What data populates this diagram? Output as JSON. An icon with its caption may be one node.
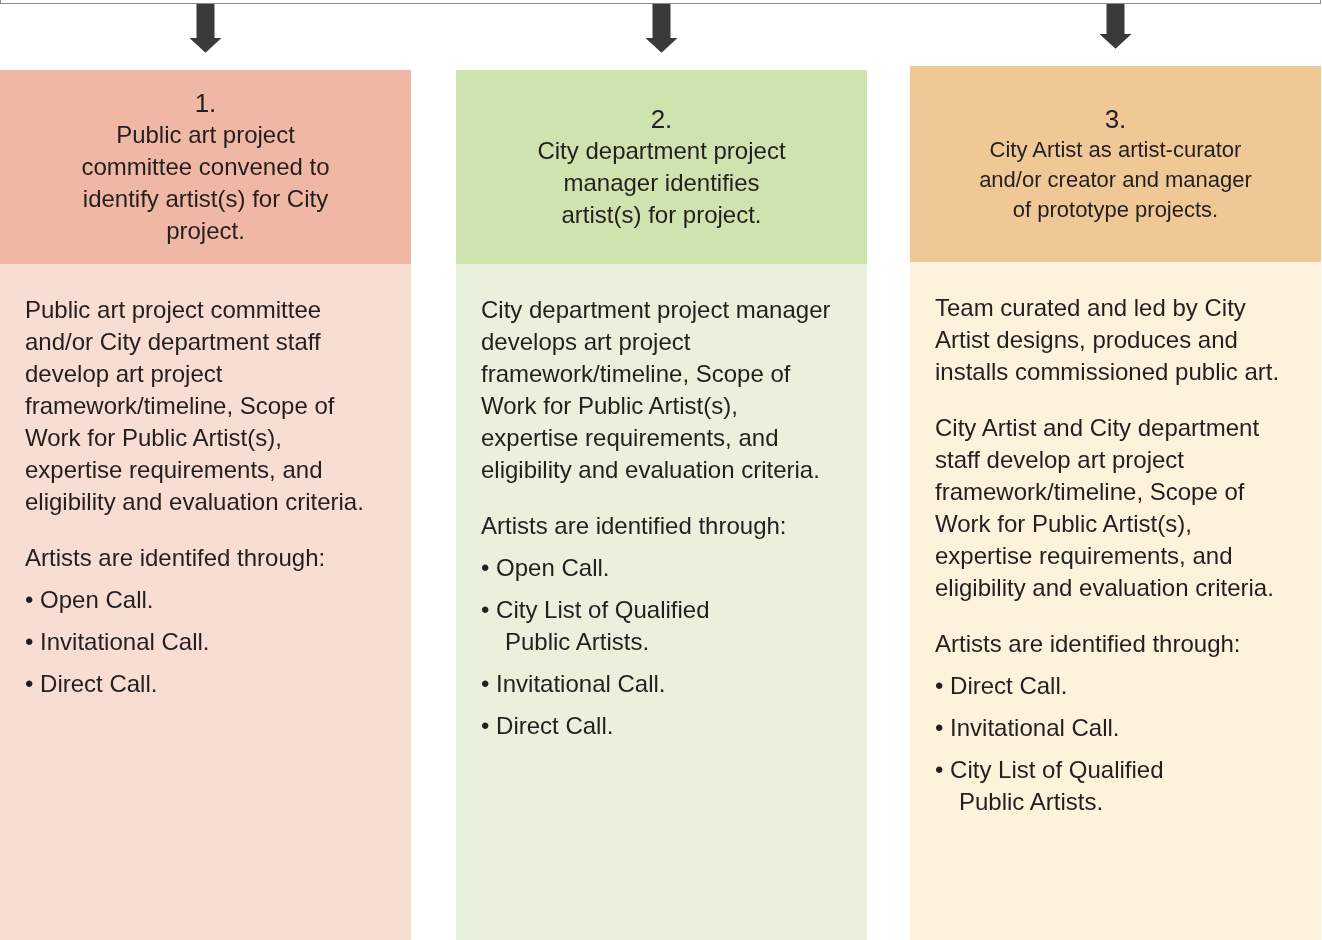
{
  "diagram": {
    "nodes": [
      {
        "text": [],
        "shape": "box"
      },
      {
        "text": [
          "1.",
          "Public art project committee convened to identify artist(s) for City project."
        ]
      },
      {
        "text": [
          "Public art project committee and/or City department staff develop art project framework/timeline, Scope of Work for Public Artist(s), expertise requirements, and eligibility and evaluation criteria.",
          "Artists are identifed through:",
          "• Open Call.",
          "• Invitational Call.",
          "• Direct Call."
        ]
      },
      {
        "text": [
          "2.",
          "City department project manager identifies artist(s) for project."
        ]
      },
      {
        "text": [
          "City department project manager develops art project framework/timeline, Scope of Work for Public Artist(s), expertise requirements, and eligibility and evaluation criteria.",
          "Artists are identified through:",
          "• Open Call.",
          "• City List of Qualified Public Artists.",
          "• Invitational Call.",
          "• Direct Call."
        ]
      },
      {
        "text": [
          "3.",
          "City Artist as artist-curator and/or creator and manager of prototype projects."
        ]
      },
      {
        "text": [
          "Team curated and led by City Artist designs, produces and installs commissioned public art.",
          "City Artist and City department staff develop art project framework/timeline, Scope of Work for Public Artist(s), expertise requirements, and eligibility and evaluation criteria.",
          "Artists are identified through:",
          "• Direct Call.",
          "• Invitational Call.",
          "• City List of Qualified Public Artists."
        ]
      }
    ],
    "edges": [
      {
        "from": 0,
        "to": 1,
        "arrow": "to"
      },
      {
        "from": 0,
        "to": 3,
        "arrow": "to"
      },
      {
        "from": 0,
        "to": 5,
        "arrow": "to"
      }
    ]
  }
}
